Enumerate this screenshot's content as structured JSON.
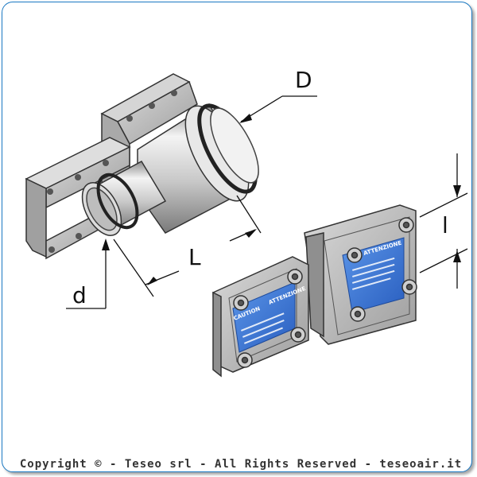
{
  "dimensions": {
    "D": "D",
    "L": "L",
    "d": "d",
    "l": "l"
  },
  "labels": {
    "caution": "CAUTION",
    "attenzione": "ATTENZIONE"
  },
  "footer": {
    "copyright": "Copyright © - Teseo srl - All Rights Reserved - teseoair.it"
  },
  "colors": {
    "frame_border": "#1a78c2",
    "metal_light": "#e6e6e6",
    "metal_mid": "#b5b5b5",
    "metal_dark": "#6e6e6e",
    "label_blue": "#2e6fd1"
  }
}
